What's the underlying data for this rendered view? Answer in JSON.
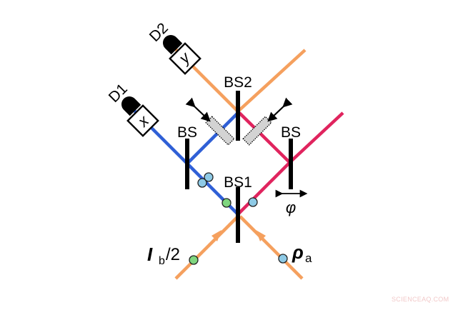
{
  "diagram": {
    "type": "interferometer-schematic",
    "colors": {
      "input_beam": "#f5a05e",
      "blue_arm": "#2f5fd6",
      "red_arm": "#e0245e",
      "output_beam": "#f5a05e",
      "beamsplitter": "#000000",
      "photon_blue": "#8ecae6",
      "photon_green": "#7fd67f",
      "movable_mirror_fill": "#d3d3d3"
    },
    "labels": {
      "bs1": "BS1",
      "bs2": "BS2",
      "bs_left": "BS",
      "bs_right": "BS",
      "detector1": "D1",
      "detector2": "D2",
      "filter_x": "x",
      "filter_y": "y",
      "phase": "φ",
      "input_left_main": "I",
      "input_left_sub": "b",
      "input_left_suffix": "/2",
      "input_right_main": "ρ",
      "input_right_sub": "a"
    },
    "nodes": [
      {
        "id": "BS1",
        "role": "input beamsplitter"
      },
      {
        "id": "BS-left",
        "role": "beamsplitter on blue arm"
      },
      {
        "id": "BS-right",
        "role": "beamsplitter on red arm, phase φ adjustable"
      },
      {
        "id": "BS2",
        "role": "output beamsplitter"
      },
      {
        "id": "D1",
        "role": "detector with x filter"
      },
      {
        "id": "D2",
        "role": "detector with y filter"
      }
    ],
    "edges": [
      {
        "from": "I_b/2",
        "to": "BS1",
        "color": "orange"
      },
      {
        "from": "ρ_a",
        "to": "BS1",
        "color": "orange"
      },
      {
        "from": "BS1",
        "to": "BS-left",
        "color": "blue"
      },
      {
        "from": "BS1",
        "to": "BS-right",
        "color": "red"
      },
      {
        "from": "BS-left",
        "to": "D1",
        "color": "blue"
      },
      {
        "from": "BS-left",
        "to": "BS2",
        "color": "blue"
      },
      {
        "from": "BS-right",
        "to": "BS2",
        "color": "red"
      },
      {
        "from": "BS2",
        "to": "D2",
        "color": "orange"
      }
    ]
  },
  "watermark": "SCIENCEAQ.COM"
}
